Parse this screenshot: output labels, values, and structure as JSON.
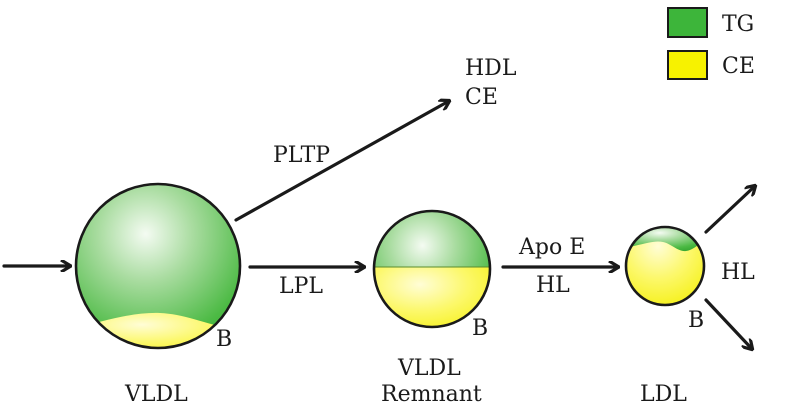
{
  "particles": {
    "vldl": {
      "label": "VLDL",
      "b_label": "B"
    },
    "remnant": {
      "label_line1": "VLDL",
      "label_line2": "Remnant",
      "b_label": "B"
    },
    "ldl": {
      "label": "LDL",
      "b_label": "B"
    }
  },
  "edges": {
    "pltp": "PLTP",
    "lpl": "LPL",
    "apo_e": "Apo E",
    "hl_center": "HL",
    "hl_right": "HL"
  },
  "hdl_ce": {
    "line1": "HDL",
    "line2": "CE"
  },
  "legend": {
    "items": [
      {
        "label": "TG",
        "color": "#3db53a"
      },
      {
        "label": "CE",
        "color": "#f7f200"
      }
    ]
  },
  "colors": {
    "tg_green": "#3db53a",
    "ce_yellow": "#f7f200",
    "outline": "#1a1a1a"
  }
}
